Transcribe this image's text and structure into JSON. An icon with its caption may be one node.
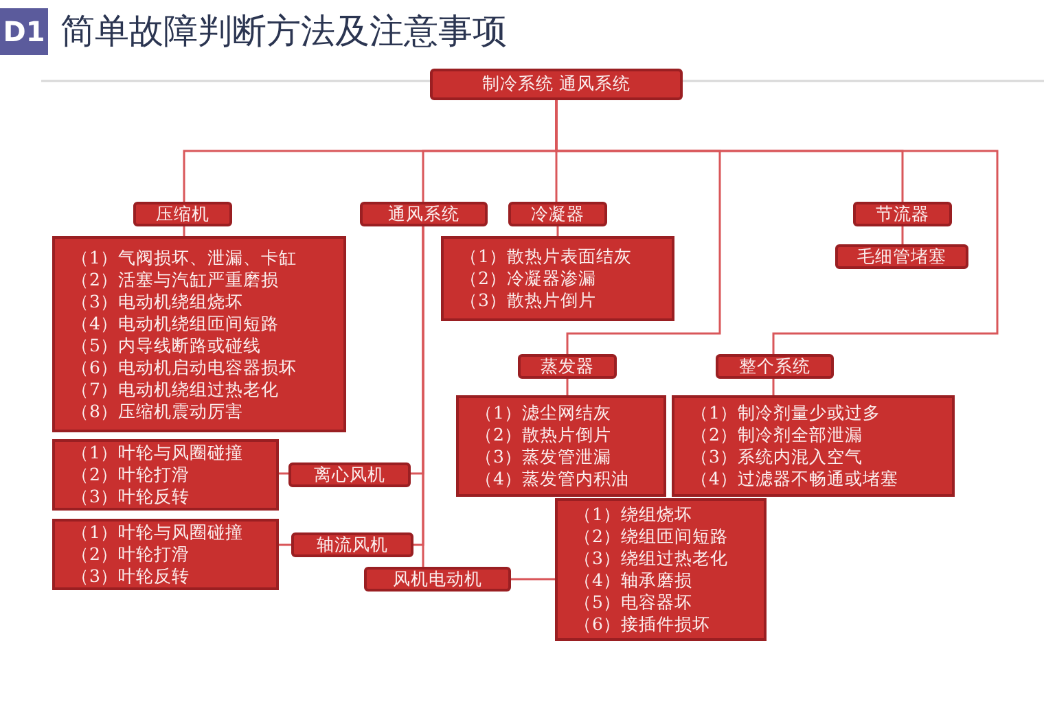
{
  "diagram": {
    "title": "简单故障判断方法及注意事项",
    "nodes": [
      {
        "text": [
          "制冷系统 通风系统"
        ]
      },
      {
        "text": [
          "压缩机"
        ]
      },
      {
        "text": [
          "通风系统"
        ]
      },
      {
        "text": [
          "冷凝器"
        ]
      },
      {
        "text": [
          "节流器"
        ]
      },
      {
        "text": [
          "（1）气阀损坏、泄漏、卡缸",
          "（2）活塞与汽缸严重磨损",
          "（3）电动机绕组烧坏",
          "（4）电动机绕组匝间短路",
          "（5）内导线断路或碰线",
          "（6）电动机启动电容器损坏",
          "（7）电动机绕组过热老化",
          "（8）压缩机震动厉害"
        ]
      },
      {
        "text": [
          "（1）散热片表面结灰",
          "（2）冷凝器渗漏",
          "（3）散热片倒片"
        ]
      },
      {
        "text": [
          "毛细管堵塞"
        ]
      },
      {
        "text": [
          "蒸发器"
        ]
      },
      {
        "text": [
          "整个系统"
        ]
      },
      {
        "text": [
          "（1）滤尘网结灰",
          "（2）散热片倒片",
          "（3）蒸发管泄漏",
          "（4）蒸发管内积油"
        ]
      },
      {
        "text": [
          "（1）制冷剂量少或过多",
          "（2）制冷剂全部泄漏",
          "（3）系统内混入空气",
          "（4）过滤器不畅通或堵塞"
        ]
      },
      {
        "text": [
          "（1）叶轮与风圈碰撞",
          "（2）叶轮打滑",
          "（3）叶轮反转"
        ]
      },
      {
        "text": [
          "离心风机"
        ]
      },
      {
        "text": [
          "（1）叶轮与风圈碰撞",
          "（2）叶轮打滑",
          "（3）叶轮反转"
        ]
      },
      {
        "text": [
          "轴流风机"
        ]
      },
      {
        "text": [
          "风机电动机"
        ]
      },
      {
        "text": [
          "（1）绕组烧坏",
          "（2）绕组匝间短路",
          "（3）绕组过热老化",
          "（4）轴承磨损",
          "（5）电容器坏",
          "（6）接插件损坏"
        ]
      }
    ],
    "edges": [
      {
        "from": 0,
        "to": 1,
        "arrow": "none"
      },
      {
        "from": 0,
        "to": 2,
        "arrow": "none"
      },
      {
        "from": 0,
        "to": 3,
        "arrow": "none"
      },
      {
        "from": 0,
        "to": 4,
        "arrow": "none"
      },
      {
        "from": 0,
        "to": 8,
        "arrow": "none"
      },
      {
        "from": 0,
        "to": 9,
        "arrow": "none"
      },
      {
        "from": 1,
        "to": 5,
        "arrow": "none"
      },
      {
        "from": 3,
        "to": 6,
        "arrow": "none"
      },
      {
        "from": 4,
        "to": 7,
        "arrow": "none"
      },
      {
        "from": 8,
        "to": 10,
        "arrow": "none"
      },
      {
        "from": 9,
        "to": 11,
        "arrow": "none"
      },
      {
        "from": 2,
        "to": 13,
        "arrow": "none"
      },
      {
        "from": 2,
        "to": 15,
        "arrow": "none"
      },
      {
        "from": 2,
        "to": 16,
        "arrow": "none"
      },
      {
        "from": 13,
        "to": 12,
        "arrow": "none"
      },
      {
        "from": 15,
        "to": 14,
        "arrow": "none"
      },
      {
        "from": 16,
        "to": 17,
        "arrow": "none"
      }
    ],
    "labels": [
      "D1"
    ]
  }
}
